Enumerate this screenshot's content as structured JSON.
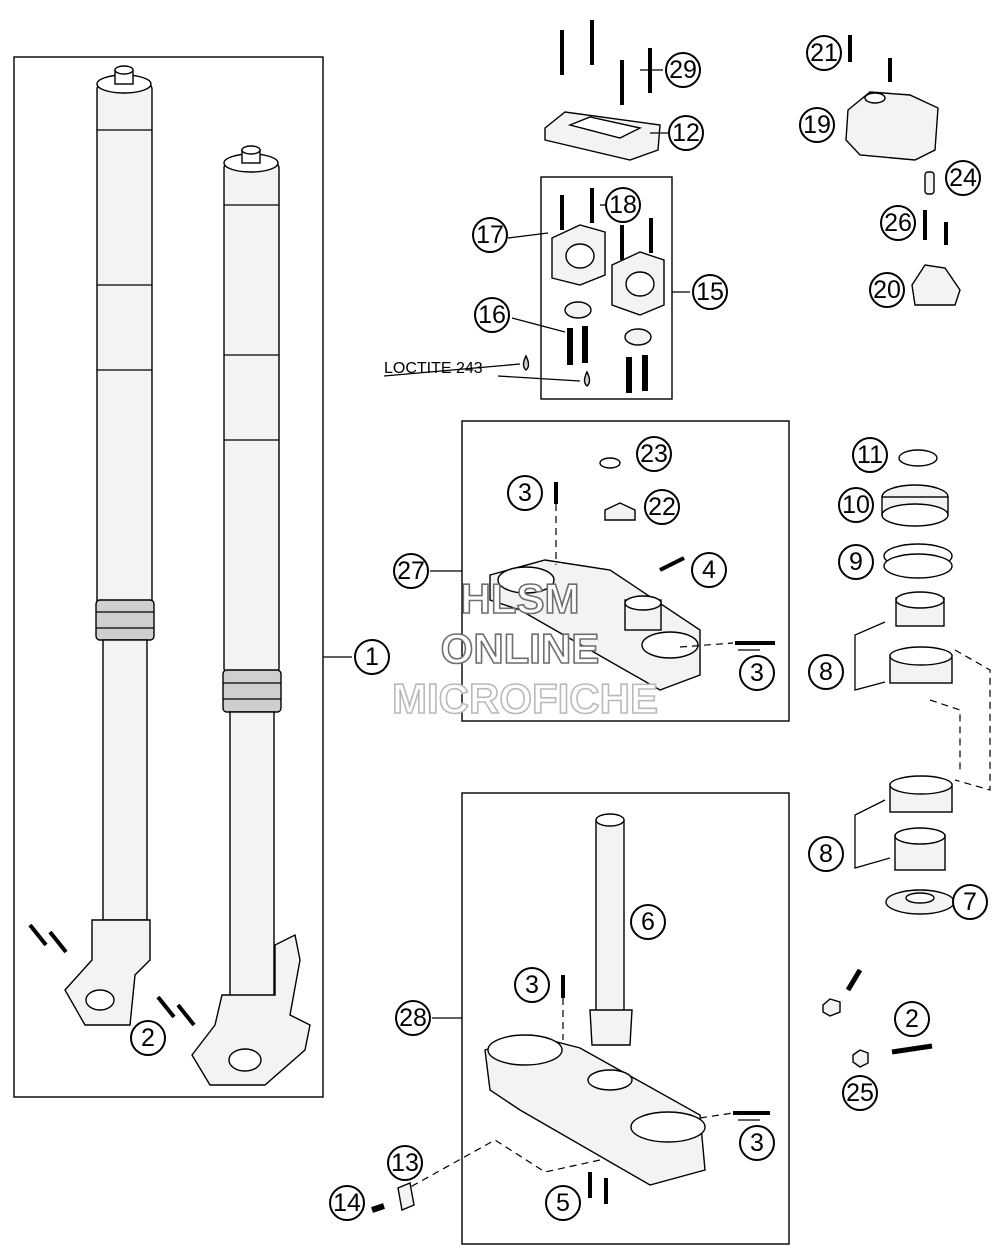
{
  "labels": {
    "loctite": "LOCTITE 243"
  },
  "watermark": [
    "HLSM",
    "ONLINE",
    "MICROFICHE"
  ],
  "callouts": [
    {
      "id": "c1",
      "num": "1"
    },
    {
      "id": "c2a",
      "num": "2"
    },
    {
      "id": "c2b",
      "num": "2"
    },
    {
      "id": "c3a",
      "num": "3"
    },
    {
      "id": "c3b",
      "num": "3"
    },
    {
      "id": "c3c",
      "num": "3"
    },
    {
      "id": "c3d",
      "num": "3"
    },
    {
      "id": "c4",
      "num": "4"
    },
    {
      "id": "c5",
      "num": "5"
    },
    {
      "id": "c6",
      "num": "6"
    },
    {
      "id": "c7",
      "num": "7"
    },
    {
      "id": "c8a",
      "num": "8"
    },
    {
      "id": "c8b",
      "num": "8"
    },
    {
      "id": "c9",
      "num": "9"
    },
    {
      "id": "c10",
      "num": "10"
    },
    {
      "id": "c11",
      "num": "11"
    },
    {
      "id": "c12",
      "num": "12"
    },
    {
      "id": "c13",
      "num": "13"
    },
    {
      "id": "c14",
      "num": "14"
    },
    {
      "id": "c15",
      "num": "15"
    },
    {
      "id": "c16",
      "num": "16"
    },
    {
      "id": "c17",
      "num": "17"
    },
    {
      "id": "c18",
      "num": "18"
    },
    {
      "id": "c19",
      "num": "19"
    },
    {
      "id": "c20",
      "num": "20"
    },
    {
      "id": "c21",
      "num": "21"
    },
    {
      "id": "c22",
      "num": "22"
    },
    {
      "id": "c23",
      "num": "23"
    },
    {
      "id": "c24",
      "num": "24"
    },
    {
      "id": "c25",
      "num": "25"
    },
    {
      "id": "c26",
      "num": "26"
    },
    {
      "id": "c27",
      "num": "27"
    },
    {
      "id": "c28",
      "num": "28"
    },
    {
      "id": "c29",
      "num": "29"
    }
  ]
}
